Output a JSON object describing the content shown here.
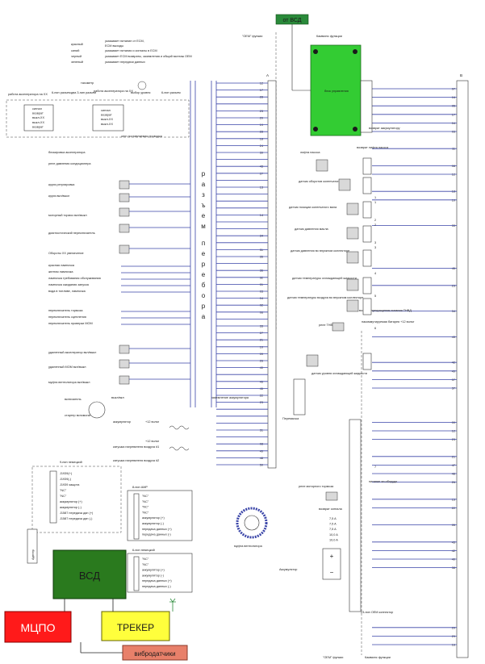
{
  "top_tag": "от ВСД",
  "headers": {
    "oem": "\"OEM\" функии",
    "cummins": "Камминс функции",
    "conn_a": "A",
    "conn_b": "B"
  },
  "legend": [
    {
      "color": "красный",
      "text": "указывает питание от ECM,"
    },
    {
      "color": "",
      "text": "ECM выходы"
    },
    {
      "color": "синий",
      "text": "указывает питания и сигналы в ECM"
    },
    {
      "color": "черный",
      "text": "указывает ECM возвраты, заземления и общий монтаж OEM"
    },
    {
      "color": "зеленый",
      "text": "указывает передачи данных"
    }
  ],
  "top_left": {
    "pedal": "работа акселератора на XX",
    "six_pin": "6-пин разъем",
    "two_three": "два 3-пин разъем",
    "tacho": "тахометр",
    "pedal2": "работа акселератора на XX",
    "level": "выбор уровня",
    "six_pin2": "6-пин разъем",
    "oem_wires": "oem поставляемая проводка",
    "pins_left": [
      "сигнал",
      "возврат",
      "выкл-XX",
      "выкл-XX",
      "возврат"
    ],
    "pins_right": [
      "сигнал",
      "возврат",
      "выкл-XX",
      "выкл-XX"
    ]
  },
  "left_labels": [
    "блокировка акселератора",
    "реле давления кондиционера",
    "круиз регулировка",
    "круиз вкл/выкл",
    "моторный тормоз вкл/выкл",
    "диагностический переключатель",
    "Обороты ХХ увеличение",
    "красная лампочка",
    "желтая лампочка",
    "лампочка требования обслуживания",
    "лампочка ожидания запуска",
    "вода в топливе, лампочка",
    "переключатель тормоза",
    "переключатель сцепления",
    "переключатель проверки МОМ",
    "удаленный акселератор вкл/выкл",
    "удаленный МОМ вкл/выкл",
    "муфта вентилятора вкл/выкл",
    "включатель",
    "стартер вспомогат",
    "аккумулятор",
    "катушка нагревателя воздуха #1",
    "катушка нагревателя воздуха #2",
    "+12 вольт",
    "+12 вольт",
    "выкл/вкл",
    "заземление аккумулятора"
  ],
  "vertical_label": "разъем перебора",
  "pins_a": [
    "12",
    "17",
    "28",
    "",
    "23",
    "20",
    "19",
    "28",
    "18",
    "24",
    "39",
    "",
    "43",
    "27",
    "",
    "13",
    "",
    "",
    "",
    "14",
    "",
    "",
    "34",
    "",
    "31",
    "35",
    "",
    "36",
    "32",
    "01",
    "03",
    "04",
    "02",
    "06",
    "",
    "33",
    "27",
    "21",
    "10",
    "09",
    "26",
    "40",
    "",
    "45",
    "46",
    "22",
    "23",
    "",
    "",
    "",
    "31",
    "",
    "08",
    "49",
    "48",
    "50"
  ],
  "pins_b": [
    "07",
    "16",
    "05",
    "17",
    "04",
    "03",
    "",
    "11",
    "",
    "08",
    "12",
    "",
    "18",
    "10",
    "",
    "",
    "33",
    "",
    "",
    "",
    "",
    "45",
    "",
    "23",
    "",
    "",
    "34",
    "",
    "",
    "43",
    "",
    "",
    "42",
    "49",
    "07",
    "37",
    "",
    "",
    "",
    "00",
    "12",
    "23",
    "",
    "21",
    "47",
    "48",
    "26",
    "",
    "15",
    "22",
    "",
    "05",
    "",
    "43",
    "42",
    "40",
    "38",
    "",
    "",
    "",
    "",
    "",
    "",
    "20",
    "29",
    "16",
    "",
    "14"
  ],
  "ecm": {
    "label": "блок управления",
    "return": "возврат аккумулятору",
    "lift_pump": "лифта насоса",
    "lift_pump_return": "возврат лифта насоса",
    "crank_sensor": "датчик оборотов коленчатого вала",
    "cam_sensor": "датчик позиции коленчатого вала",
    "oil_pressure": "датчик давления масла",
    "boost": "датчик давления во впускном коллекторе",
    "coolant_temp": "датчик температуры охлаждающей жидкости",
    "intake_temp": "датчик температуры воздуха во впускном коллекторе",
    "fuel_shutoff": "возврат прекращения питания ТНВД",
    "fuel_relay": "реле ТНВД",
    "switched_12v": "накоммутируемая батарея +12 вольт",
    "coolant_level": "датчик уровня охлаждающей жидкости",
    "jumper": "Перемычка",
    "engine_brake_relay": "реле моторного тормоза",
    "equipment_power": "питание эл.оборудо",
    "return_signal": "возврат сигнала",
    "fan_clutch": "муфта вентилятора",
    "battery": "Аккумулятор",
    "oem_connector": "23-пин OEM коннектор",
    "fuses": [
      "7,5 A",
      "7,5 A",
      "7,5 A",
      "10,0 A",
      "10,0 A"
    ],
    "signal_nums": [
      "1",
      "1",
      "2",
      "2",
      "3",
      "3",
      "4",
      "5",
      "6",
      "7"
    ]
  },
  "j1939": {
    "title": "9-пин немецкий",
    "lines": [
      "J1939(+)",
      "J1939(-)",
      "J1939 защита",
      "\"NC\"",
      "\"NC\"",
      "аккумулятор (+)",
      "аккумулятор (-)",
      "J1587 передача дан (+)",
      "J1587 передача дан (-)"
    ]
  },
  "amp8": {
    "title": "8-пин AMP",
    "lines": [
      "\"NC\"",
      "\"NC\"",
      "\"NC\"",
      "\"NC\"",
      "аккумулятор (+)",
      "аккумулятор (-)",
      "передача данных (+)",
      "передача данных (-)"
    ]
  },
  "de6": {
    "title": "6-пин немецкий",
    "lines": [
      "\"NC\"",
      "\"NC\"",
      "аккумулятор (+)",
      "аккумулятор (-)",
      "передача данных (+)",
      "передача данных (-)"
    ]
  },
  "adapter": "Адптер",
  "bottom_headers": {
    "oem": "\"OEM\" функии",
    "cummins": "Камминс функции"
  },
  "boxes": {
    "vsd": "ВСД",
    "mcpo": "МЦПО",
    "tracker": "ТРЕКЕР",
    "vibro": "вибродатчики"
  },
  "colors": {
    "vsd": "#2a7a1e",
    "mcpo": "#ff1a1a",
    "tracker": "#ffff3c",
    "vibro": "#e8806a",
    "ecm": "#33cc33",
    "top_tag": "#2a8a3a"
  }
}
